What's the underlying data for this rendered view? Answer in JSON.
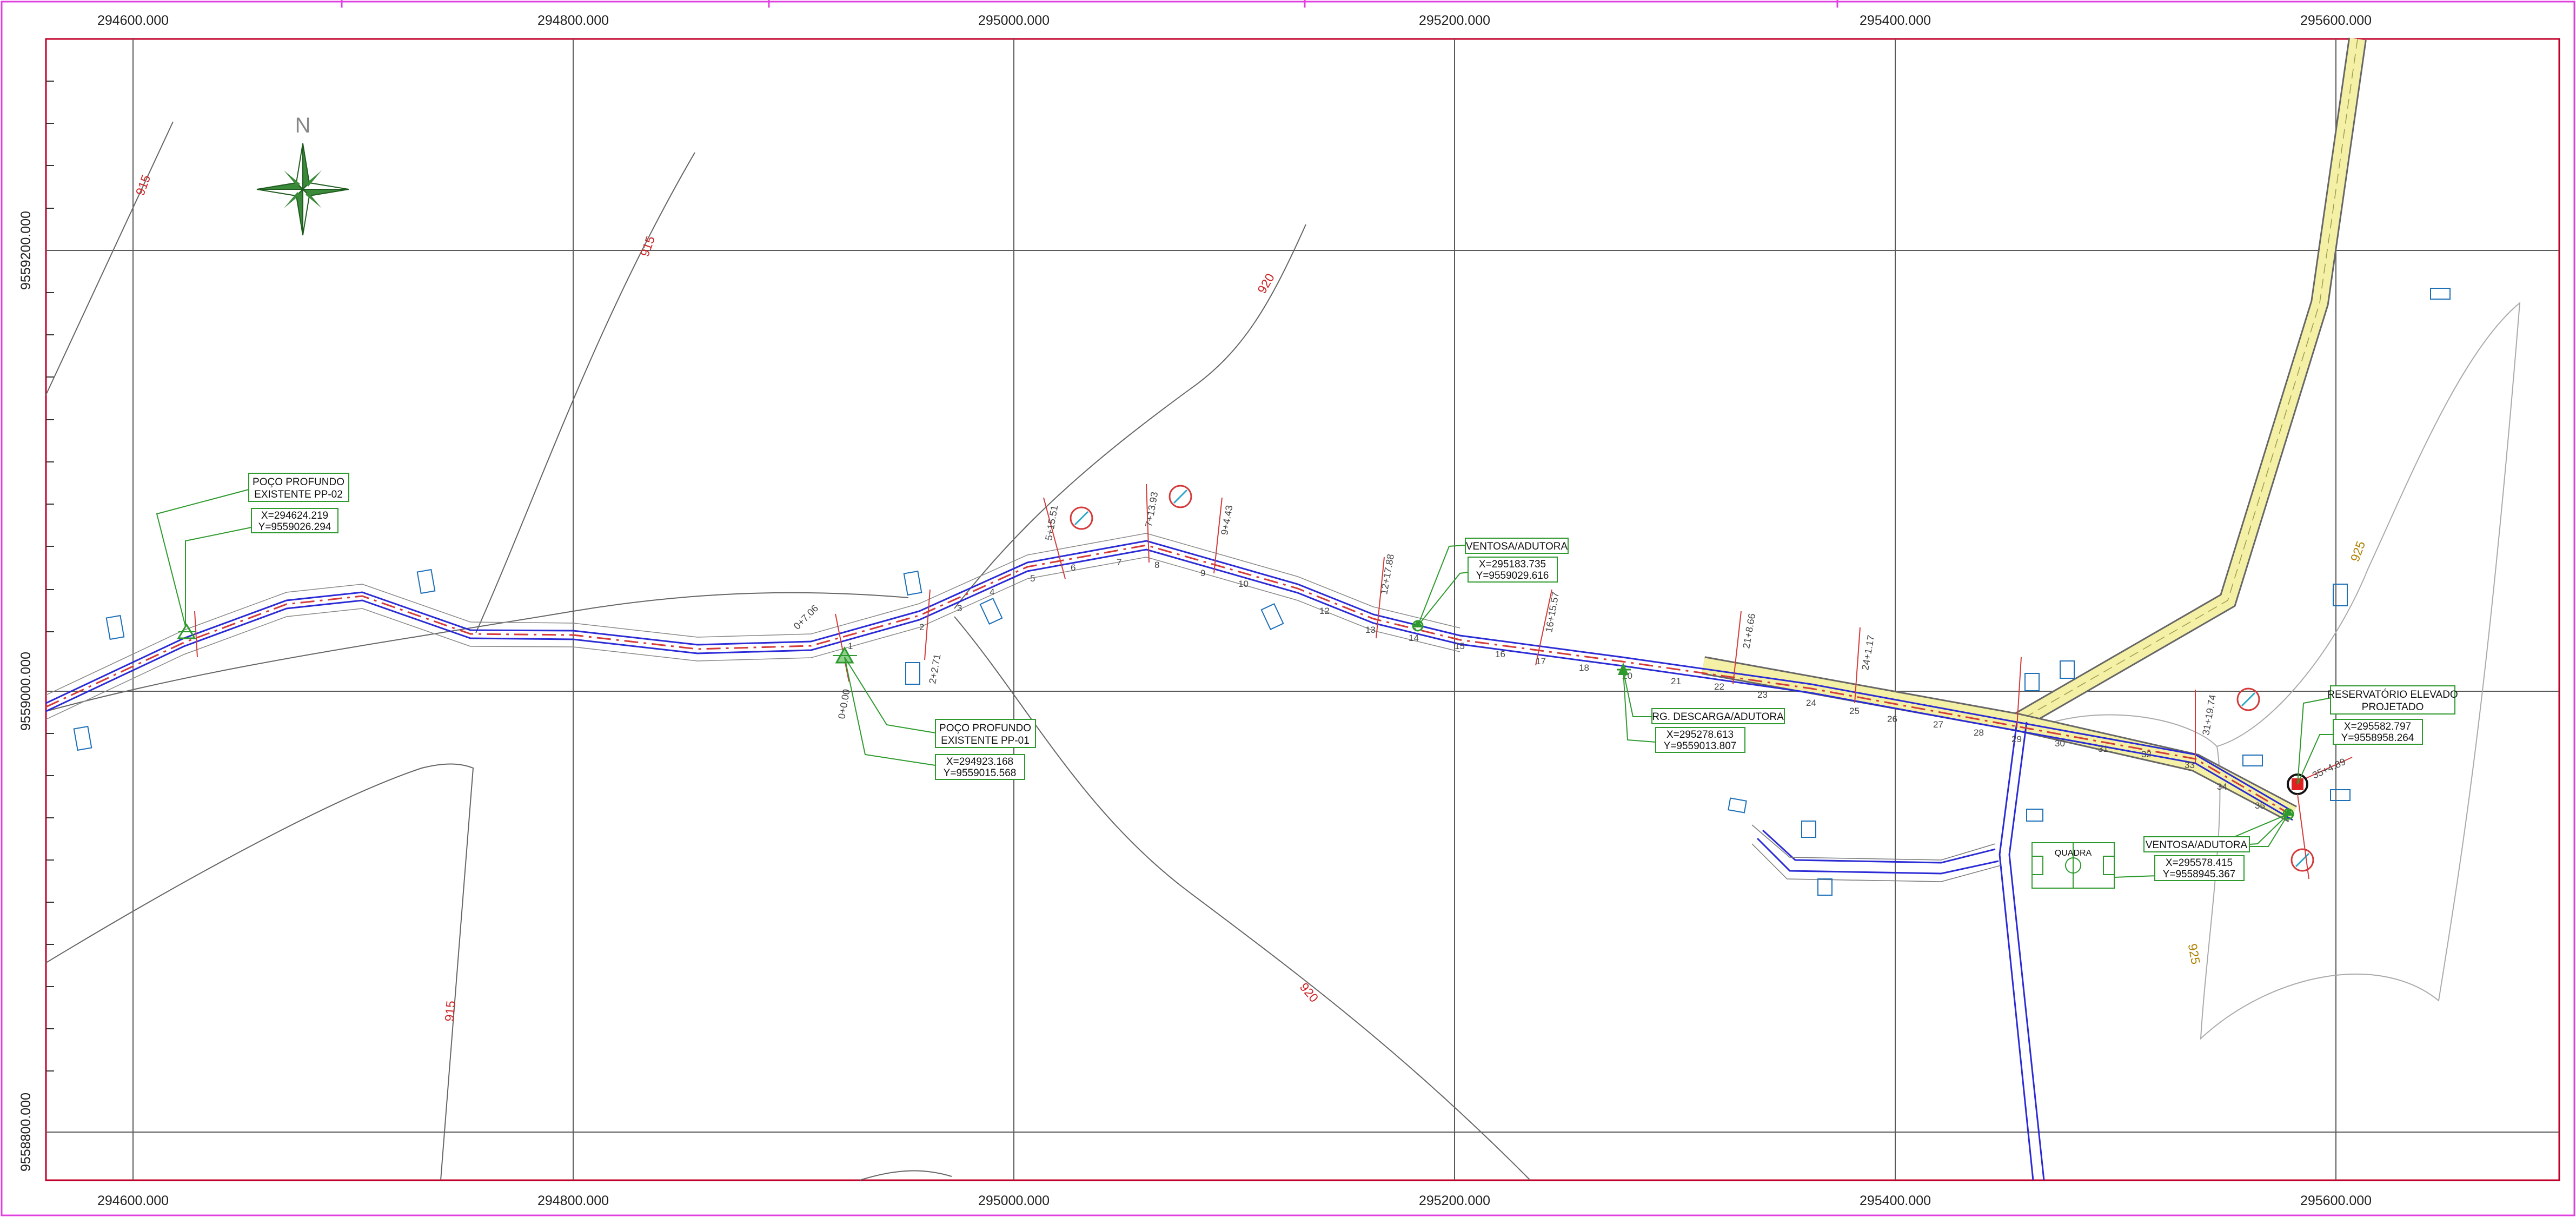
{
  "grid": {
    "x_labels": [
      "294600.000",
      "294800.000",
      "295000.000",
      "295200.000",
      "295400.000",
      "295600.000"
    ],
    "y_labels": [
      "9559200.000",
      "9559000.000",
      "9558800.000"
    ]
  },
  "north_label": "N",
  "contour_labels": {
    "a": "915",
    "b": "915",
    "c": "920",
    "d": "915",
    "e": "920",
    "f": "925",
    "g": "925"
  },
  "callouts": {
    "pp02_title_1": "POÇO PROFUNDO",
    "pp02_title_2": "EXISTENTE PP-02",
    "pp02_x": "X=294624.219",
    "pp02_y": "Y=9559026.294",
    "pp01_title_1": "POÇO PROFUNDO",
    "pp01_title_2": "EXISTENTE PP-01",
    "pp01_x": "X=294923.168",
    "pp01_y": "Y=9559015.568",
    "vent1_title": "VENTOSA/ADUTORA",
    "vent1_x": "X=295183.735",
    "vent1_y": "Y=9559029.616",
    "desc_title": "RG. DESCARGA/ADUTORA",
    "desc_x": "X=295278.613",
    "desc_y": "Y=9559013.807",
    "vent2_title": "VENTOSA/ADUTORA",
    "vent2_x": "X=295578.415",
    "vent2_y": "Y=9558945.367",
    "res_title_1": "RESERVATÓRIO ELEVADO",
    "res_title_2": "PROJETADO",
    "res_x": "X=295582.797",
    "res_y": "Y=9558958.264"
  },
  "quadra_label": "QUADRA",
  "chainage": {
    "c1": "0+7.06",
    "c2": "0+0.00",
    "c3": "2+2.71",
    "c4": "5+15.51",
    "c5": "7+13.93",
    "c6": "9+4.43",
    "c7": "12+17.88",
    "c8": "16+15.57",
    "c9": "21+8.66",
    "c10": "24+1.17",
    "c11": "31+19.74",
    "c12": "35+4.89"
  },
  "stakes": [
    "1",
    "2",
    "3",
    "4",
    "5",
    "6",
    "7",
    "8",
    "9",
    "10",
    "12",
    "13",
    "14",
    "15",
    "16",
    "17",
    "18",
    "20",
    "21",
    "22",
    "23",
    "24",
    "25",
    "26",
    "27",
    "28",
    "29",
    "30",
    "31",
    "32",
    "33",
    "34",
    "35"
  ],
  "colors": {
    "frame": "#c0002a",
    "border": "#e040e0",
    "pipe_blue": "#2b2bd6",
    "pipe_red": "#d43a3a",
    "green": "#2e9a2e",
    "road_yellow": "#f4f0a6",
    "tag_blue": "#1d6fb8"
  },
  "icons": [
    "north-arrow-icon",
    "well-icon",
    "valve-icon",
    "reservoir-icon"
  ]
}
